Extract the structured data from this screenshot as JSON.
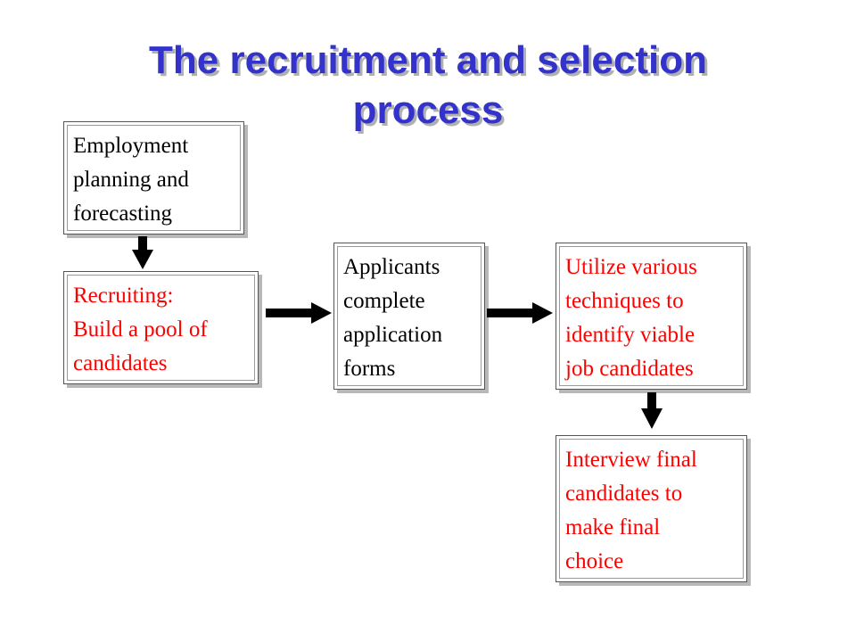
{
  "title": "The recruitment and selection process",
  "nodes": {
    "employment_planning": "Employment\nplanning and\nforecasting",
    "recruiting": "Recruiting:\nBuild a pool of\ncandidates",
    "applicants": "Applicants\ncomplete\napplication\nforms",
    "utilize_techniques": "Utilize various\ntechniques to\nidentify viable\njob candidates",
    "interview": "Interview final\ncandidates to\nmake final\nchoice"
  },
  "colors": {
    "title": "#3333cc",
    "black_text": "#000000",
    "red_text": "#ff0000",
    "arrow": "#000000"
  },
  "edges": [
    [
      "employment_planning",
      "recruiting"
    ],
    [
      "recruiting",
      "applicants"
    ],
    [
      "applicants",
      "utilize_techniques"
    ],
    [
      "utilize_techniques",
      "interview"
    ]
  ]
}
